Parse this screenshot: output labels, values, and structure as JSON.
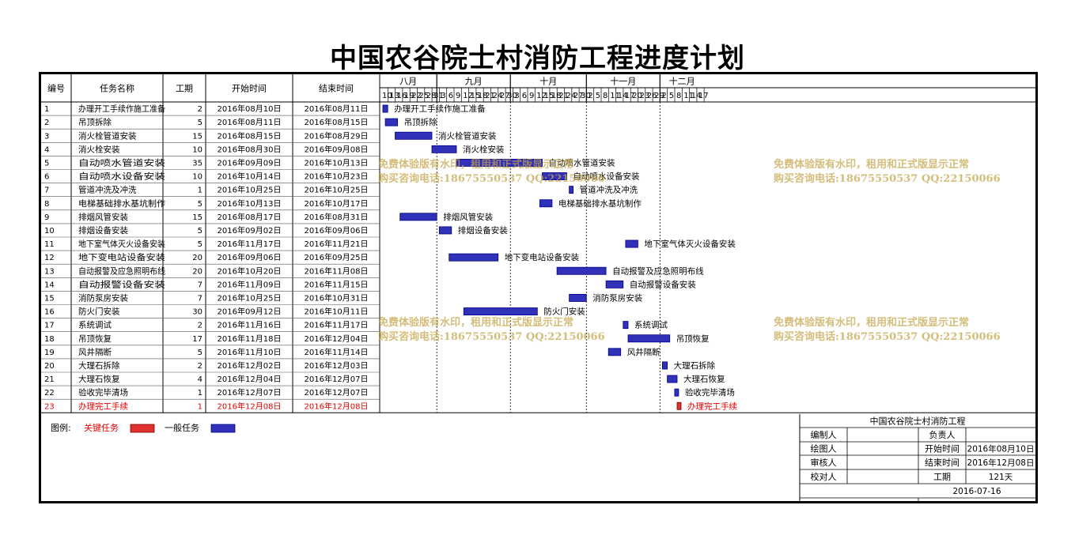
{
  "title": "中国农谷院士村消防工程进度计划",
  "headers": {
    "no": "编号",
    "name": "任务名称",
    "dur": "工期",
    "start": "开始时间",
    "end": "结束时间"
  },
  "months": [
    {
      "label": "八月",
      "days": [
        "10",
        "13",
        "16",
        "19",
        "22",
        "25",
        "28",
        "31"
      ]
    },
    {
      "label": "九月",
      "days": [
        "3",
        "6",
        "9",
        "12",
        "15",
        "18",
        "21",
        "24",
        "27",
        "30"
      ]
    },
    {
      "label": "十月",
      "days": [
        "3",
        "6",
        "9",
        "12",
        "15",
        "18",
        "21",
        "24",
        "27",
        "30"
      ]
    },
    {
      "label": "十一月",
      "days": [
        "2",
        "5",
        "8",
        "11",
        "14",
        "17",
        "20",
        "23",
        "26",
        "29"
      ]
    },
    {
      "label": "十二月",
      "days": [
        "2",
        "5",
        "8",
        "11",
        "14",
        "17"
      ]
    }
  ],
  "tasks": [
    {
      "no": "1",
      "name": "办理开工手续作施工准备",
      "bar_label": "办理开工手续作施工准备",
      "dur": "2",
      "start": "2016年08月10日",
      "end": "2016年08月11日",
      "critical": false
    },
    {
      "no": "2",
      "name": "吊顶拆除",
      "bar_label": "吊顶拆除",
      "dur": "5",
      "start": "2016年08月11日",
      "end": "2016年08月15日",
      "critical": false
    },
    {
      "no": "3",
      "name": "消火栓管道安装",
      "bar_label": "消火栓管道安装",
      "dur": "15",
      "start": "2016年08月15日",
      "end": "2016年08月29日",
      "critical": false
    },
    {
      "no": "4",
      "name": "消火栓安装",
      "bar_label": "消火栓安装",
      "dur": "10",
      "start": "2016年08月30日",
      "end": "2016年09月08日",
      "critical": false
    },
    {
      "no": "5",
      "name": "自动喷水管道安装",
      "bar_label": "自动喷水管道安装",
      "dur": "35",
      "start": "2016年09月09日",
      "end": "2016年10月13日",
      "critical": false
    },
    {
      "no": "6",
      "name": "自动喷水设备安装",
      "bar_label": "自动喷水设备安装",
      "dur": "10",
      "start": "2016年10月14日",
      "end": "2016年10月23日",
      "critical": false
    },
    {
      "no": "7",
      "name": "管道冲洗及冲洗",
      "bar_label": "管道冲洗及冲洗",
      "dur": "1",
      "start": "2016年10月25日",
      "end": "2016年10月25日",
      "critical": false
    },
    {
      "no": "8",
      "name": "电梯基础排水基坑制作",
      "bar_label": "电梯基础排水基坑制作",
      "dur": "5",
      "start": "2016年10月13日",
      "end": "2016年10月17日",
      "critical": false
    },
    {
      "no": "9",
      "name": "排烟风管安装",
      "bar_label": "排烟风管安装",
      "dur": "15",
      "start": "2016年08月17日",
      "end": "2016年08月31日",
      "critical": false
    },
    {
      "no": "10",
      "name": "排烟设备安装",
      "bar_label": "排烟设备安装",
      "dur": "5",
      "start": "2016年09月02日",
      "end": "2016年09月06日",
      "critical": false
    },
    {
      "no": "11",
      "name": "地下室气体灭火设备安装",
      "bar_label": "地下室气体灭火设备安装",
      "dur": "5",
      "start": "2016年11月17日",
      "end": "2016年11月21日",
      "critical": false
    },
    {
      "no": "12",
      "name": "地下变电站设备安装",
      "bar_label": "地下变电站设备安装",
      "dur": "20",
      "start": "2016年09月06日",
      "end": "2016年09月25日",
      "critical": false
    },
    {
      "no": "13",
      "name": "自动报警及应急照明布线",
      "bar_label": "自动报警及应急照明布线",
      "dur": "20",
      "start": "2016年10月20日",
      "end": "2016年11月08日",
      "critical": false
    },
    {
      "no": "14",
      "name": "自动报警设备安装",
      "bar_label": "自动报警设备安装",
      "dur": "7",
      "start": "2016年11月09日",
      "end": "2016年11月15日",
      "critical": false
    },
    {
      "no": "15",
      "name": "消防泵房安装",
      "bar_label": "消防泵房安装",
      "dur": "7",
      "start": "2016年10月25日",
      "end": "2016年10月31日",
      "critical": false
    },
    {
      "no": "16",
      "name": "防火门安装",
      "bar_label": "防火门安装",
      "dur": "30",
      "start": "2016年09月12日",
      "end": "2016年10月11日",
      "critical": false
    },
    {
      "no": "17",
      "name": "系统调试",
      "bar_label": "系统调试",
      "dur": "2",
      "start": "2016年11月16日",
      "end": "2016年11月17日",
      "critical": false
    },
    {
      "no": "18",
      "name": "吊顶恢复",
      "bar_label": "吊顶恢复",
      "dur": "17",
      "start": "2016年11月18日",
      "end": "2016年12月04日",
      "critical": false
    },
    {
      "no": "19",
      "name": "风井隔断",
      "bar_label": "风井隔断",
      "dur": "5",
      "start": "2016年11月10日",
      "end": "2016年11月14日",
      "critical": false
    },
    {
      "no": "20",
      "name": "大理石拆除",
      "bar_label": "大理石拆除",
      "dur": "2",
      "start": "2016年12月02日",
      "end": "2016年12月03日",
      "critical": false
    },
    {
      "no": "21",
      "name": "大理石恢复",
      "bar_label": "大理石恢复",
      "dur": "4",
      "start": "2016年12月04日",
      "end": "2016年12月07日",
      "critical": false
    },
    {
      "no": "22",
      "name": "验收完毕清场",
      "bar_label": "验收完毕清场",
      "dur": "1",
      "start": "2016年12月07日",
      "end": "2016年12月07日",
      "critical": false
    },
    {
      "no": "23",
      "name": "办理完工手续",
      "bar_label": "办理完工手续",
      "dur": "1",
      "start": "2016年12月08日",
      "end": "2016年12月08日",
      "critical": true
    }
  ],
  "legend": {
    "label": "图例:",
    "critical_label": "关键任务",
    "normal_label": "一般任务"
  },
  "info": {
    "project": "中国农谷院士村消防工程",
    "editor_label": "编制人",
    "editor": "",
    "owner_label": "负责人",
    "owner": "",
    "drawer_label": "绘图人",
    "drawer": "",
    "start_label": "开始时间",
    "start": "2016年08月10日",
    "reviewer_label": "审核人",
    "reviewer": "",
    "end_label": "结束时间",
    "end": "2016年12月08日",
    "checker_label": "校对人",
    "checker": "",
    "duration_label": "工期",
    "duration": "121天",
    "date": "2016-07-16"
  },
  "watermark": {
    "line1": "免费体验版有水印，租用和正式版显示正常",
    "line2": "购买咨询电话:18675550537 QQ:22150066"
  },
  "colors": {
    "normal_fill": "#3030b8",
    "normal_stroke": "#00008a",
    "critical_fill": "#e03030",
    "critical_text": "#e00000",
    "month_line": "#000000"
  }
}
